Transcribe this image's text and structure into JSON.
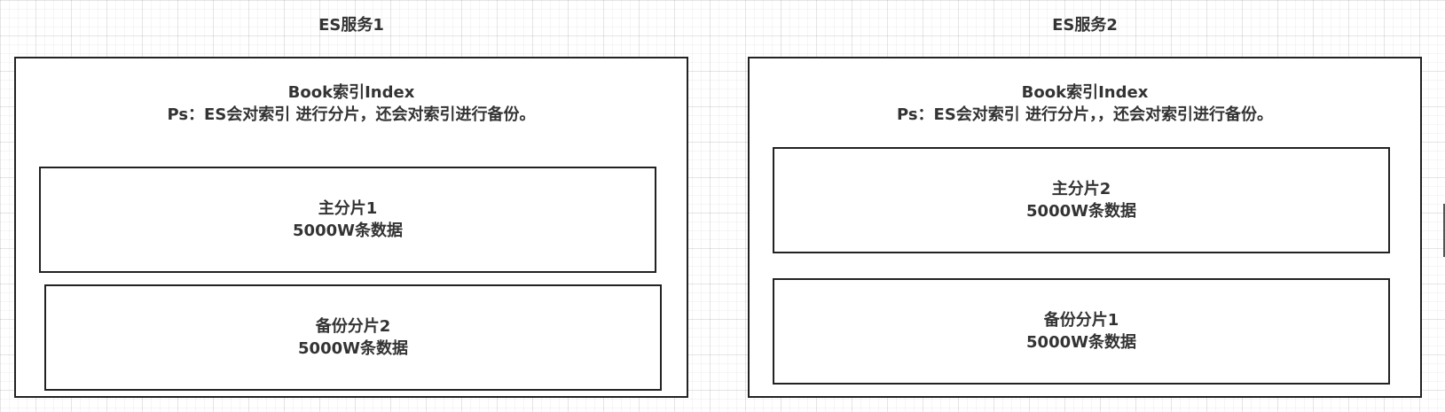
{
  "servers": [
    {
      "title": "ES服务1",
      "index_title": "Book索引Index",
      "index_note": "Ps：ES会对索引 进行分片，还会对索引进行备份。",
      "shards": [
        {
          "name": "主分片1",
          "count": "5000W条数据"
        },
        {
          "name": "备份分片2",
          "count": "5000W条数据"
        }
      ]
    },
    {
      "title": "ES服务2",
      "index_title": "Book索引Index",
      "index_note": "Ps：ES会对索引 进行分片，，还会对索引进行备份。",
      "shards": [
        {
          "name": "主分片2",
          "count": "5000W条数据"
        },
        {
          "name": "备份分片1",
          "count": "5000W条数据"
        }
      ]
    }
  ],
  "colors": {
    "border": "#222222",
    "text": "#333333",
    "background": "#ffffff"
  }
}
